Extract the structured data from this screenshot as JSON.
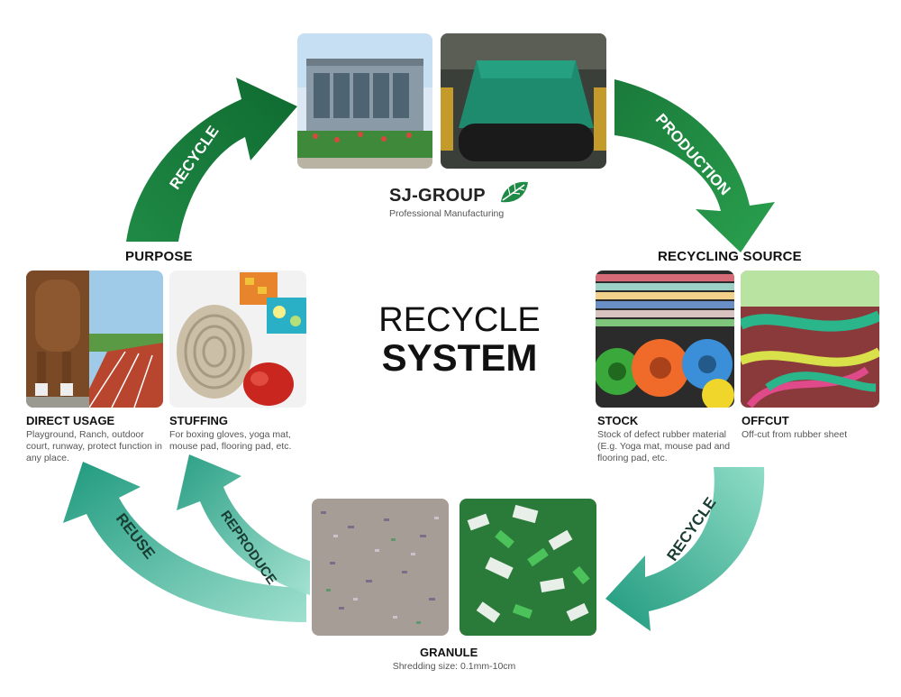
{
  "center": {
    "line1": "RECYCLE",
    "line2": "SYSTEM"
  },
  "brand": {
    "name": "SJ-GROUP",
    "tagline": "Professional Manufacturing"
  },
  "arrows": {
    "top_left": "RECYCLE",
    "top_right": "PRODUCTION",
    "bottom_right": "RECYCLE",
    "bottom_left_outer": "REUSE",
    "bottom_left_inner": "REPRODUCE"
  },
  "sections": {
    "purpose": {
      "title": "PURPOSE"
    },
    "recycling_source": {
      "title": "RECYCLING SOURCE"
    },
    "granule": {
      "title": "GRANULE",
      "desc": "Shredding size: 0.1mm-10cm"
    }
  },
  "items": {
    "direct_usage": {
      "title": "DIRECT USAGE",
      "desc": "Playground, Ranch, outdoor court, runway, protect function in any place."
    },
    "stuffing": {
      "title": "STUFFING",
      "desc": "For boxing gloves, yoga mat, mouse pad, flooring pad, etc."
    },
    "stock": {
      "title": "STOCK",
      "desc": "Stock of defect rubber material (E.g. Yoga mat, mouse pad and flooring pad, etc."
    },
    "offcut": {
      "title": "OFFCUT",
      "desc": "Off-cut from rubber sheet"
    }
  },
  "colors": {
    "dark_green": "#1e7a3c",
    "teal": "#2aa58a",
    "light_teal": "#7fd3bd"
  },
  "icons": [
    "leaf-logo-icon"
  ]
}
